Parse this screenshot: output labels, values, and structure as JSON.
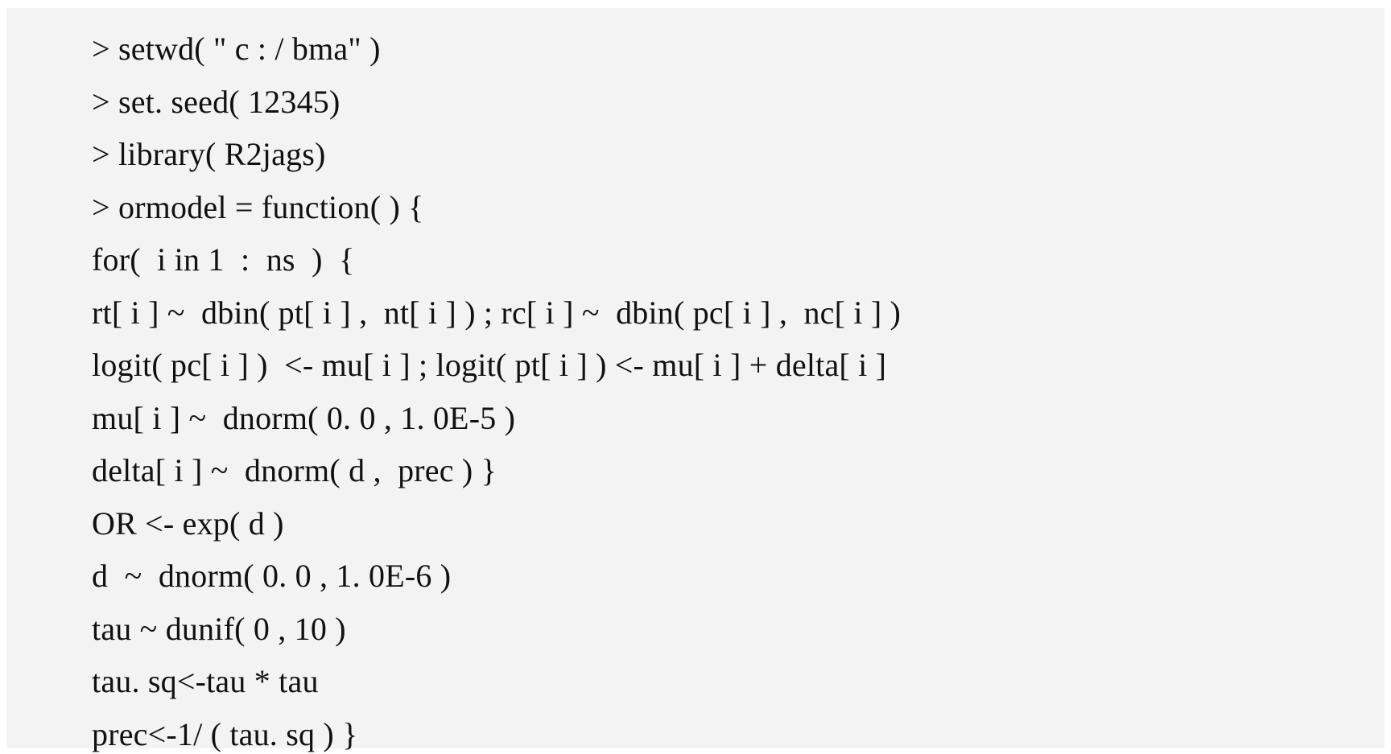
{
  "code": {
    "lines": [
      "> setwd( \" c : / bma\" )",
      "> set. seed( 12345)",
      "> library( R2jags)",
      "> ormodel = function( ) {",
      "for(  i in 1  :  ns  )  {",
      "rt[ i ] ~  dbin( pt[ i ] ,  nt[ i ] ) ; rc[ i ] ~  dbin( pc[ i ] ,  nc[ i ] )",
      "logit( pc[ i ] )  <- mu[ i ] ; logit( pt[ i ] ) <- mu[ i ] + delta[ i ]",
      "mu[ i ] ~  dnorm( 0. 0 , 1. 0E-5 )",
      "delta[ i ] ~  dnorm( d ,  prec ) }",
      "OR <- exp( d )",
      "d  ~  dnorm( 0. 0 , 1. 0E-6 )",
      "tau ~ dunif( 0 , 10 )",
      "tau. sq<-tau * tau",
      "prec<-1/ ( tau. sq ) }"
    ]
  }
}
